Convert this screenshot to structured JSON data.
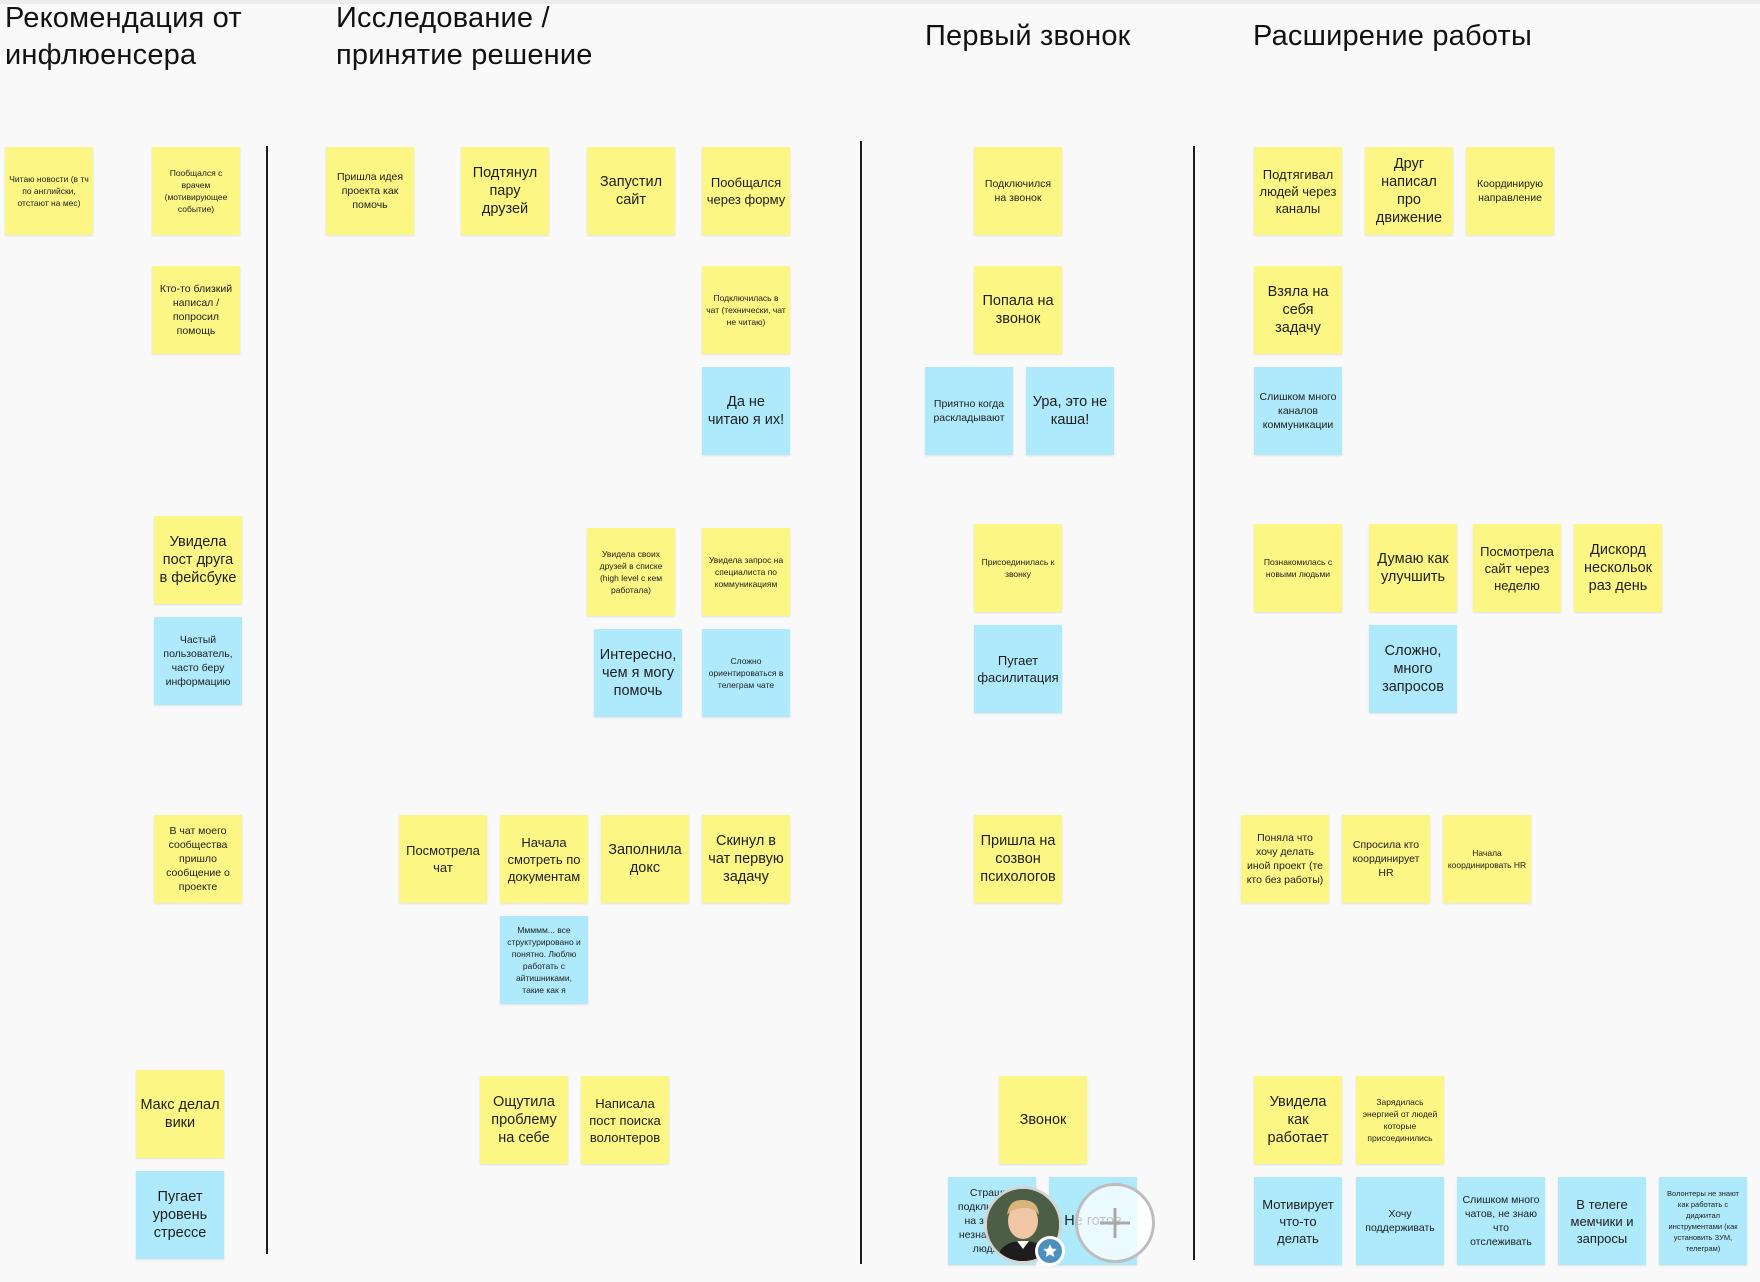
{
  "columns": [
    {
      "title": "Рекомендация от\nинфлюенсера"
    },
    {
      "title": "Исследование /\nпринятие решение"
    },
    {
      "title": "Первый звонок"
    },
    {
      "title": "Расширение работы"
    }
  ],
  "stickies": [
    "Читаю новости (в тч по английски, отстают на мес)",
    "Пообщался с врачем (мотивирующее событие)",
    "Кто-то близкий написал / попросил помощь",
    "Увидела пост друга в фейсбуке",
    "Частый пользователь, часто беру информацию",
    "В чат моего сообщества пришло сообщение о проекте",
    "Макс делал вики",
    "Пугает уровень стрессе",
    "Пришла идея проекта как помочь",
    "Подтянул пару друзей",
    "Запустил сайт",
    "Пообщался через форму",
    "Подключилась в чат (технически, чат не читаю)",
    "Да не читаю я их!",
    "Увидела своих друзей в списке (high level с кем работала)",
    "Увидела запрос на специалиста по коммуникациям",
    "Интересно, чем я могу помочь",
    "Сложно ориентироваться в телеграм чате",
    "Посмотрела чат",
    "Начала смотреть по документам",
    "Заполнила докс",
    "Скинул в чат первую задачу",
    "Ммммм... все структурировано и понятно. Люблю работать с айтишниками, такие как я",
    "Ощутила проблему на себе",
    "Написала пост поиска волонтеров",
    "Подключился на звонок",
    "Попала на звонок",
    "Приятно когда раскладывают",
    "Ура, это не каша!",
    "Присоединилась к звонку",
    "Пугает фасилитация",
    "Пришла на созвон психологов",
    "Звонок",
    "Страшно подключаться на звонок с незнакомыми людьми",
    "Не готов",
    "Подтягивал людей через каналы",
    "Друг написал про движение",
    "Координирую направление",
    "Взяла на себя задачу",
    "Слишком много каналов коммуникации",
    "Познакомилась с новыми людьми",
    "Думаю как улучшить",
    "Посмотрела сайт через неделю",
    "Дискорд нескольок раз день",
    "Сложно, много запросов",
    "Поняла что хочу делать иной проект (те кто без работы)",
    "Спросила кто координирует HR",
    "Начала координировать HR",
    "Увидела как работает",
    "Зарядилась энергией от людей которые присоединились",
    "Мотивирует что-то делать",
    "Хочу поддерживать",
    "Слишком много чатов, не знаю что отслеживать",
    "В телеге мемчики и запросы",
    "Волонтеры не знают как работать с диджитал инструментами (как установить ЗУМ, телеграм)"
  ],
  "icons": {
    "avatar": "user-avatar",
    "badge": "star-icon",
    "add": "plus-icon"
  },
  "colors": {
    "yellow": "#fcf685",
    "blue": "#aeeafb"
  }
}
